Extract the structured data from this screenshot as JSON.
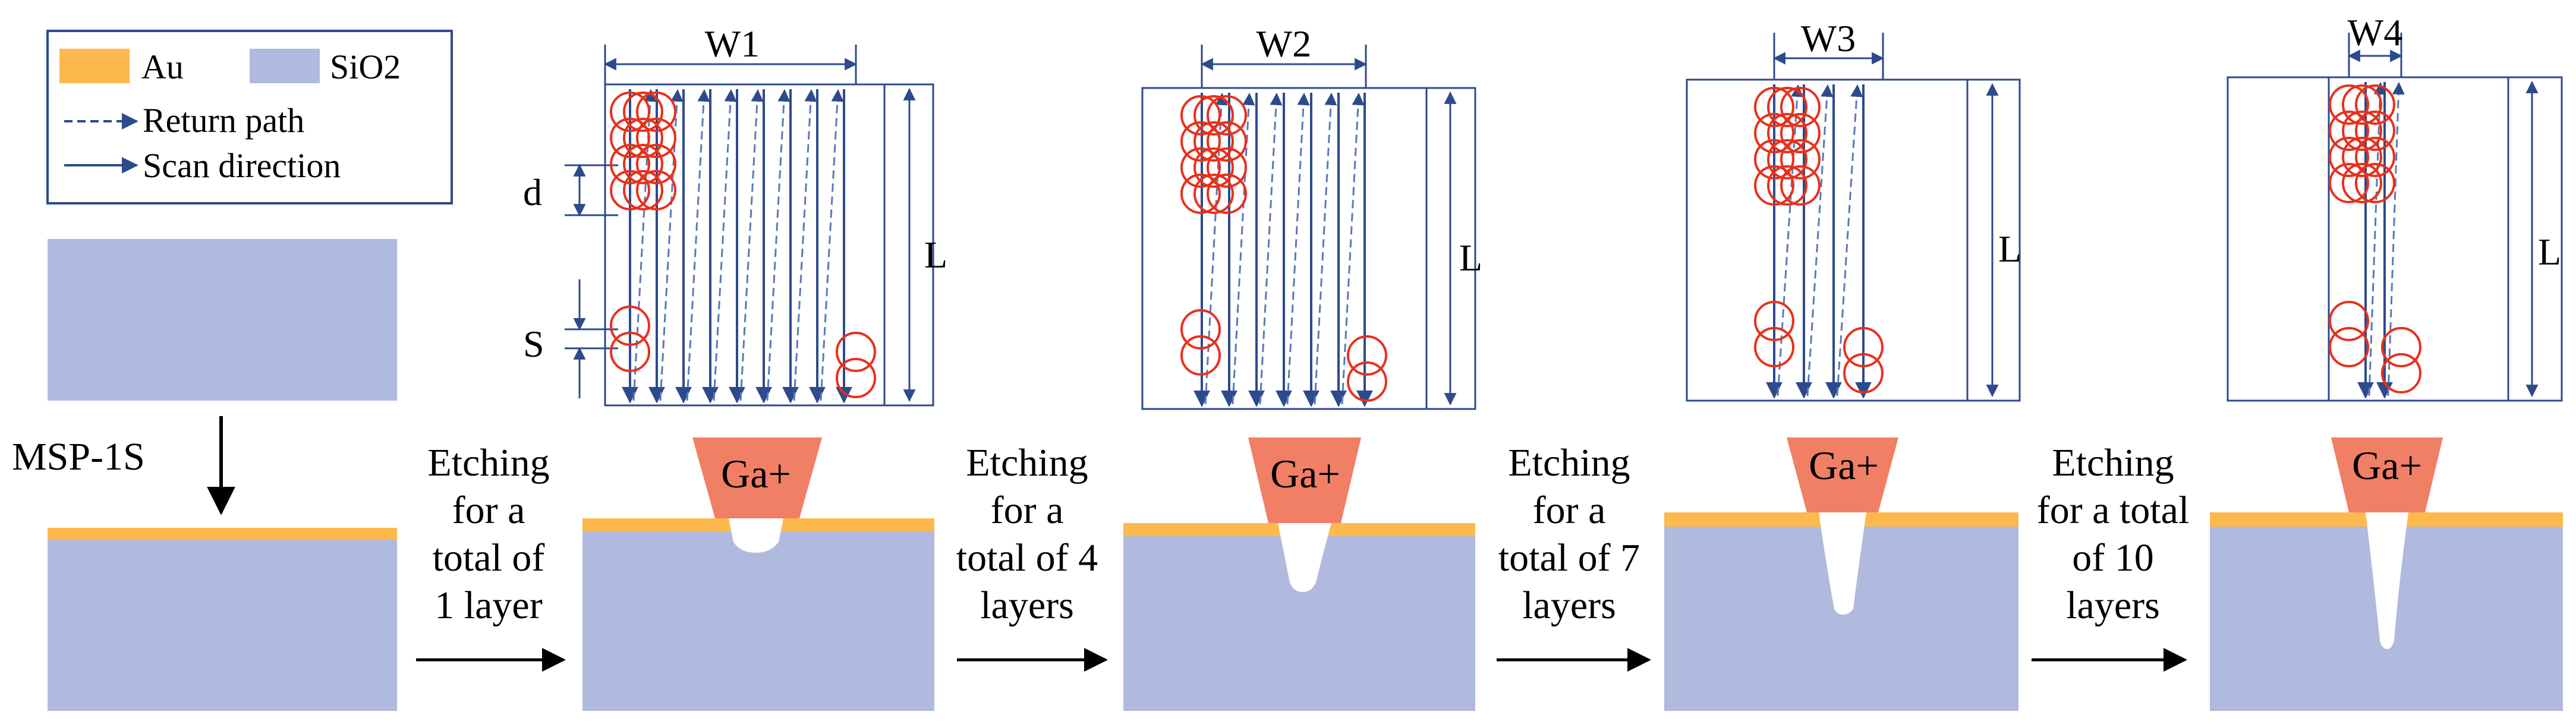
{
  "legend": {
    "au": "Au",
    "sio2": "SiO2",
    "return_path": "Return path",
    "scan_direction": "Scan direction"
  },
  "colors": {
    "au": "#FDB94D",
    "sio2": "#B0B9DE",
    "ion_beam": "#F07F66",
    "scan_line": "#2D4A8C",
    "spot_circle": "#E8301C"
  },
  "dimensions": {
    "d": "d",
    "s": "S",
    "l": "L"
  },
  "widths": [
    "W1",
    "W2",
    "W3",
    "W4"
  ],
  "ion": "Ga+",
  "process": "MSP-1S",
  "steps": [
    [
      "Etching",
      "for a",
      "total of",
      "1 layer"
    ],
    [
      "Etching",
      "for a",
      "total of 4",
      "layers"
    ],
    [
      "Etching",
      "for a",
      "total of 7",
      "layers"
    ],
    [
      "Etching",
      "for a total",
      "of 10",
      "layers"
    ]
  ]
}
